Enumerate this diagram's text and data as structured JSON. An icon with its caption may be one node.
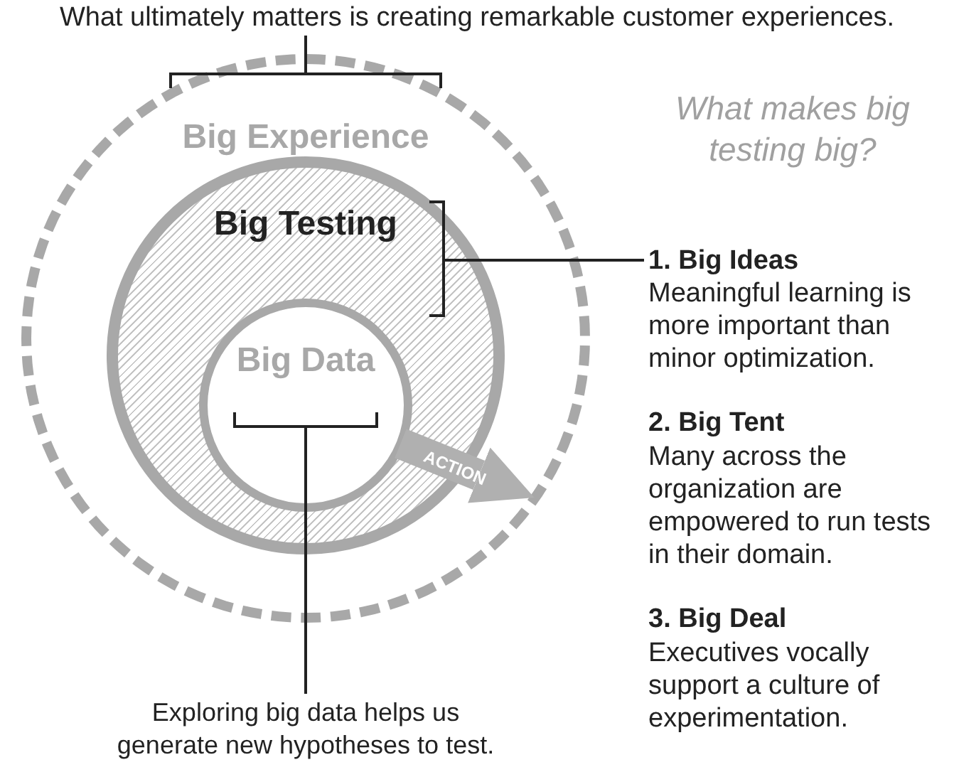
{
  "diagram": {
    "nodes": [
      {
        "text": [
          "Big Experience"
        ]
      },
      {
        "text": [
          "Big Testing"
        ],
        "in": 0
      },
      {
        "text": [
          "Big Data"
        ],
        "in": 1
      },
      {
        "text": [
          "What ultimately matters is creating remarkable customer experiences."
        ]
      },
      {
        "text": [
          "1. Big Ideas",
          "Meaningful learning is more important than minor optimization."
        ]
      },
      {
        "text": [
          "Exploring big data helps us generate new hypotheses to test."
        ]
      }
    ],
    "edges": [
      {
        "from": 3,
        "to": 0,
        "arrow": "none"
      },
      {
        "from": 4,
        "to": 1,
        "arrow": "none"
      },
      {
        "from": 5,
        "to": 2,
        "arrow": "none"
      },
      {
        "from": 2,
        "to": 0,
        "arrow": "to",
        "label": "ACTION",
        "style": "thick",
        "color": "#b0b0b0"
      }
    ],
    "labels": [
      "What makes big testing big?",
      "2. Big Tent",
      "Many across the organization are empowered to run tests in their domain.",
      "3. Big Deal",
      "Executives vocally support a culture of experimentation."
    ]
  }
}
